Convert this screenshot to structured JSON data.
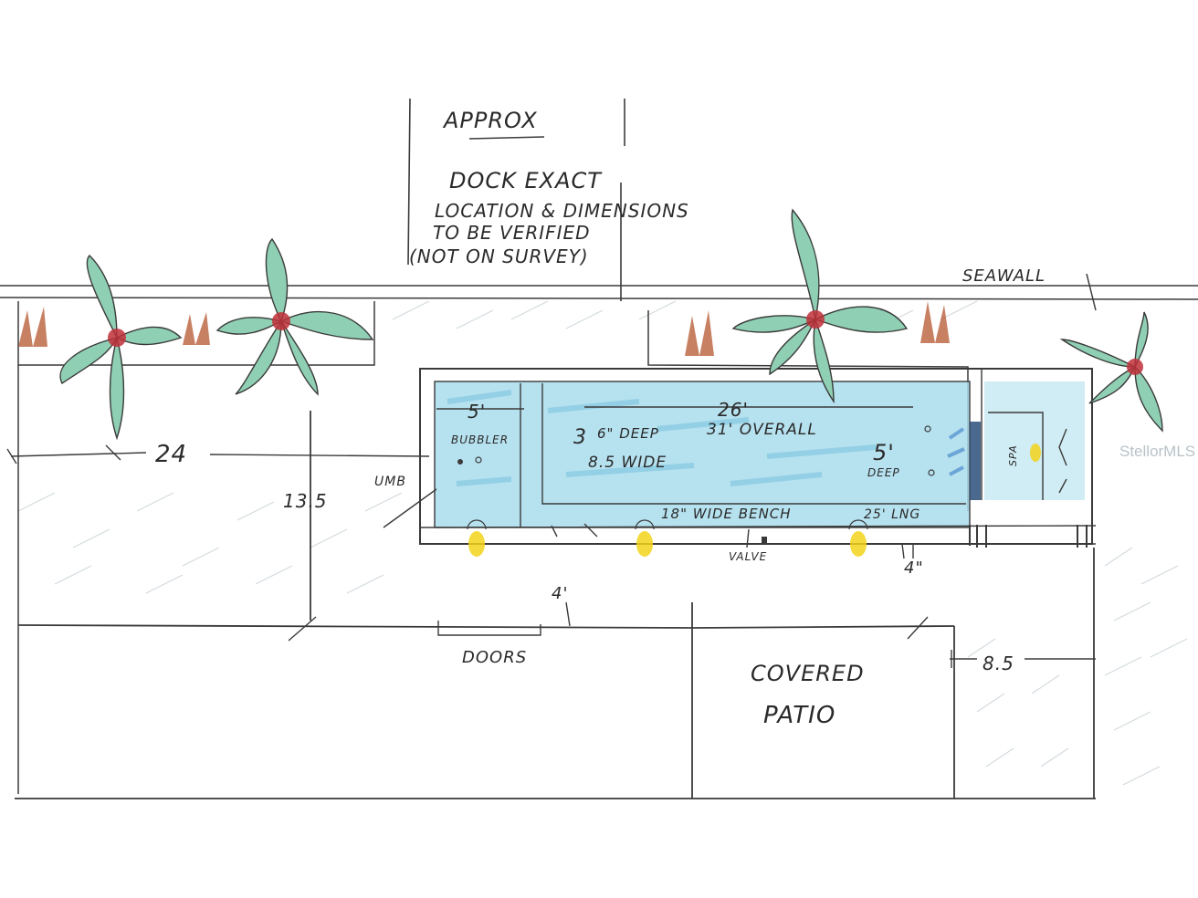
{
  "notes": {
    "approx": "APPROX",
    "dock_line1": "DOCK EXACT",
    "dock_line2": "LOCATION & DIMENSIONS",
    "dock_line3": "TO BE VERIFIED",
    "dock_line4": "(NOT ON SURVEY)",
    "seawall": "SEAWALL"
  },
  "pool": {
    "length": "26'",
    "overall": "31' OVERALL",
    "shallow_depth_a": "3",
    "shallow_depth_b": "6\" DEEP",
    "width": "8.5 WIDE",
    "deep_depth": "5'",
    "deep_label": "DEEP",
    "bubbler_width": "5'",
    "bubbler_label": "BUBBLER",
    "bench": "18\" WIDE BENCH",
    "bench_length": "25' LNG",
    "valve": "VALVE",
    "spa": "SPA"
  },
  "dimensions": {
    "left_width": "24",
    "left_depth": "13.5",
    "umb": "UMB",
    "door_offset": "4'",
    "deck_offset": "4\"",
    "patio_width": "8.5"
  },
  "labels": {
    "doors": "DOORS",
    "covered": "COVERED",
    "patio": "PATIO"
  },
  "watermark": "StellorMLS",
  "colors": {
    "water": "#a9dcec",
    "water_dark": "#6fbedb",
    "foliage": "#8fcfb3",
    "flower": "#c0303a",
    "light": "#f2d41a",
    "pencil": "#3a3a3a"
  }
}
